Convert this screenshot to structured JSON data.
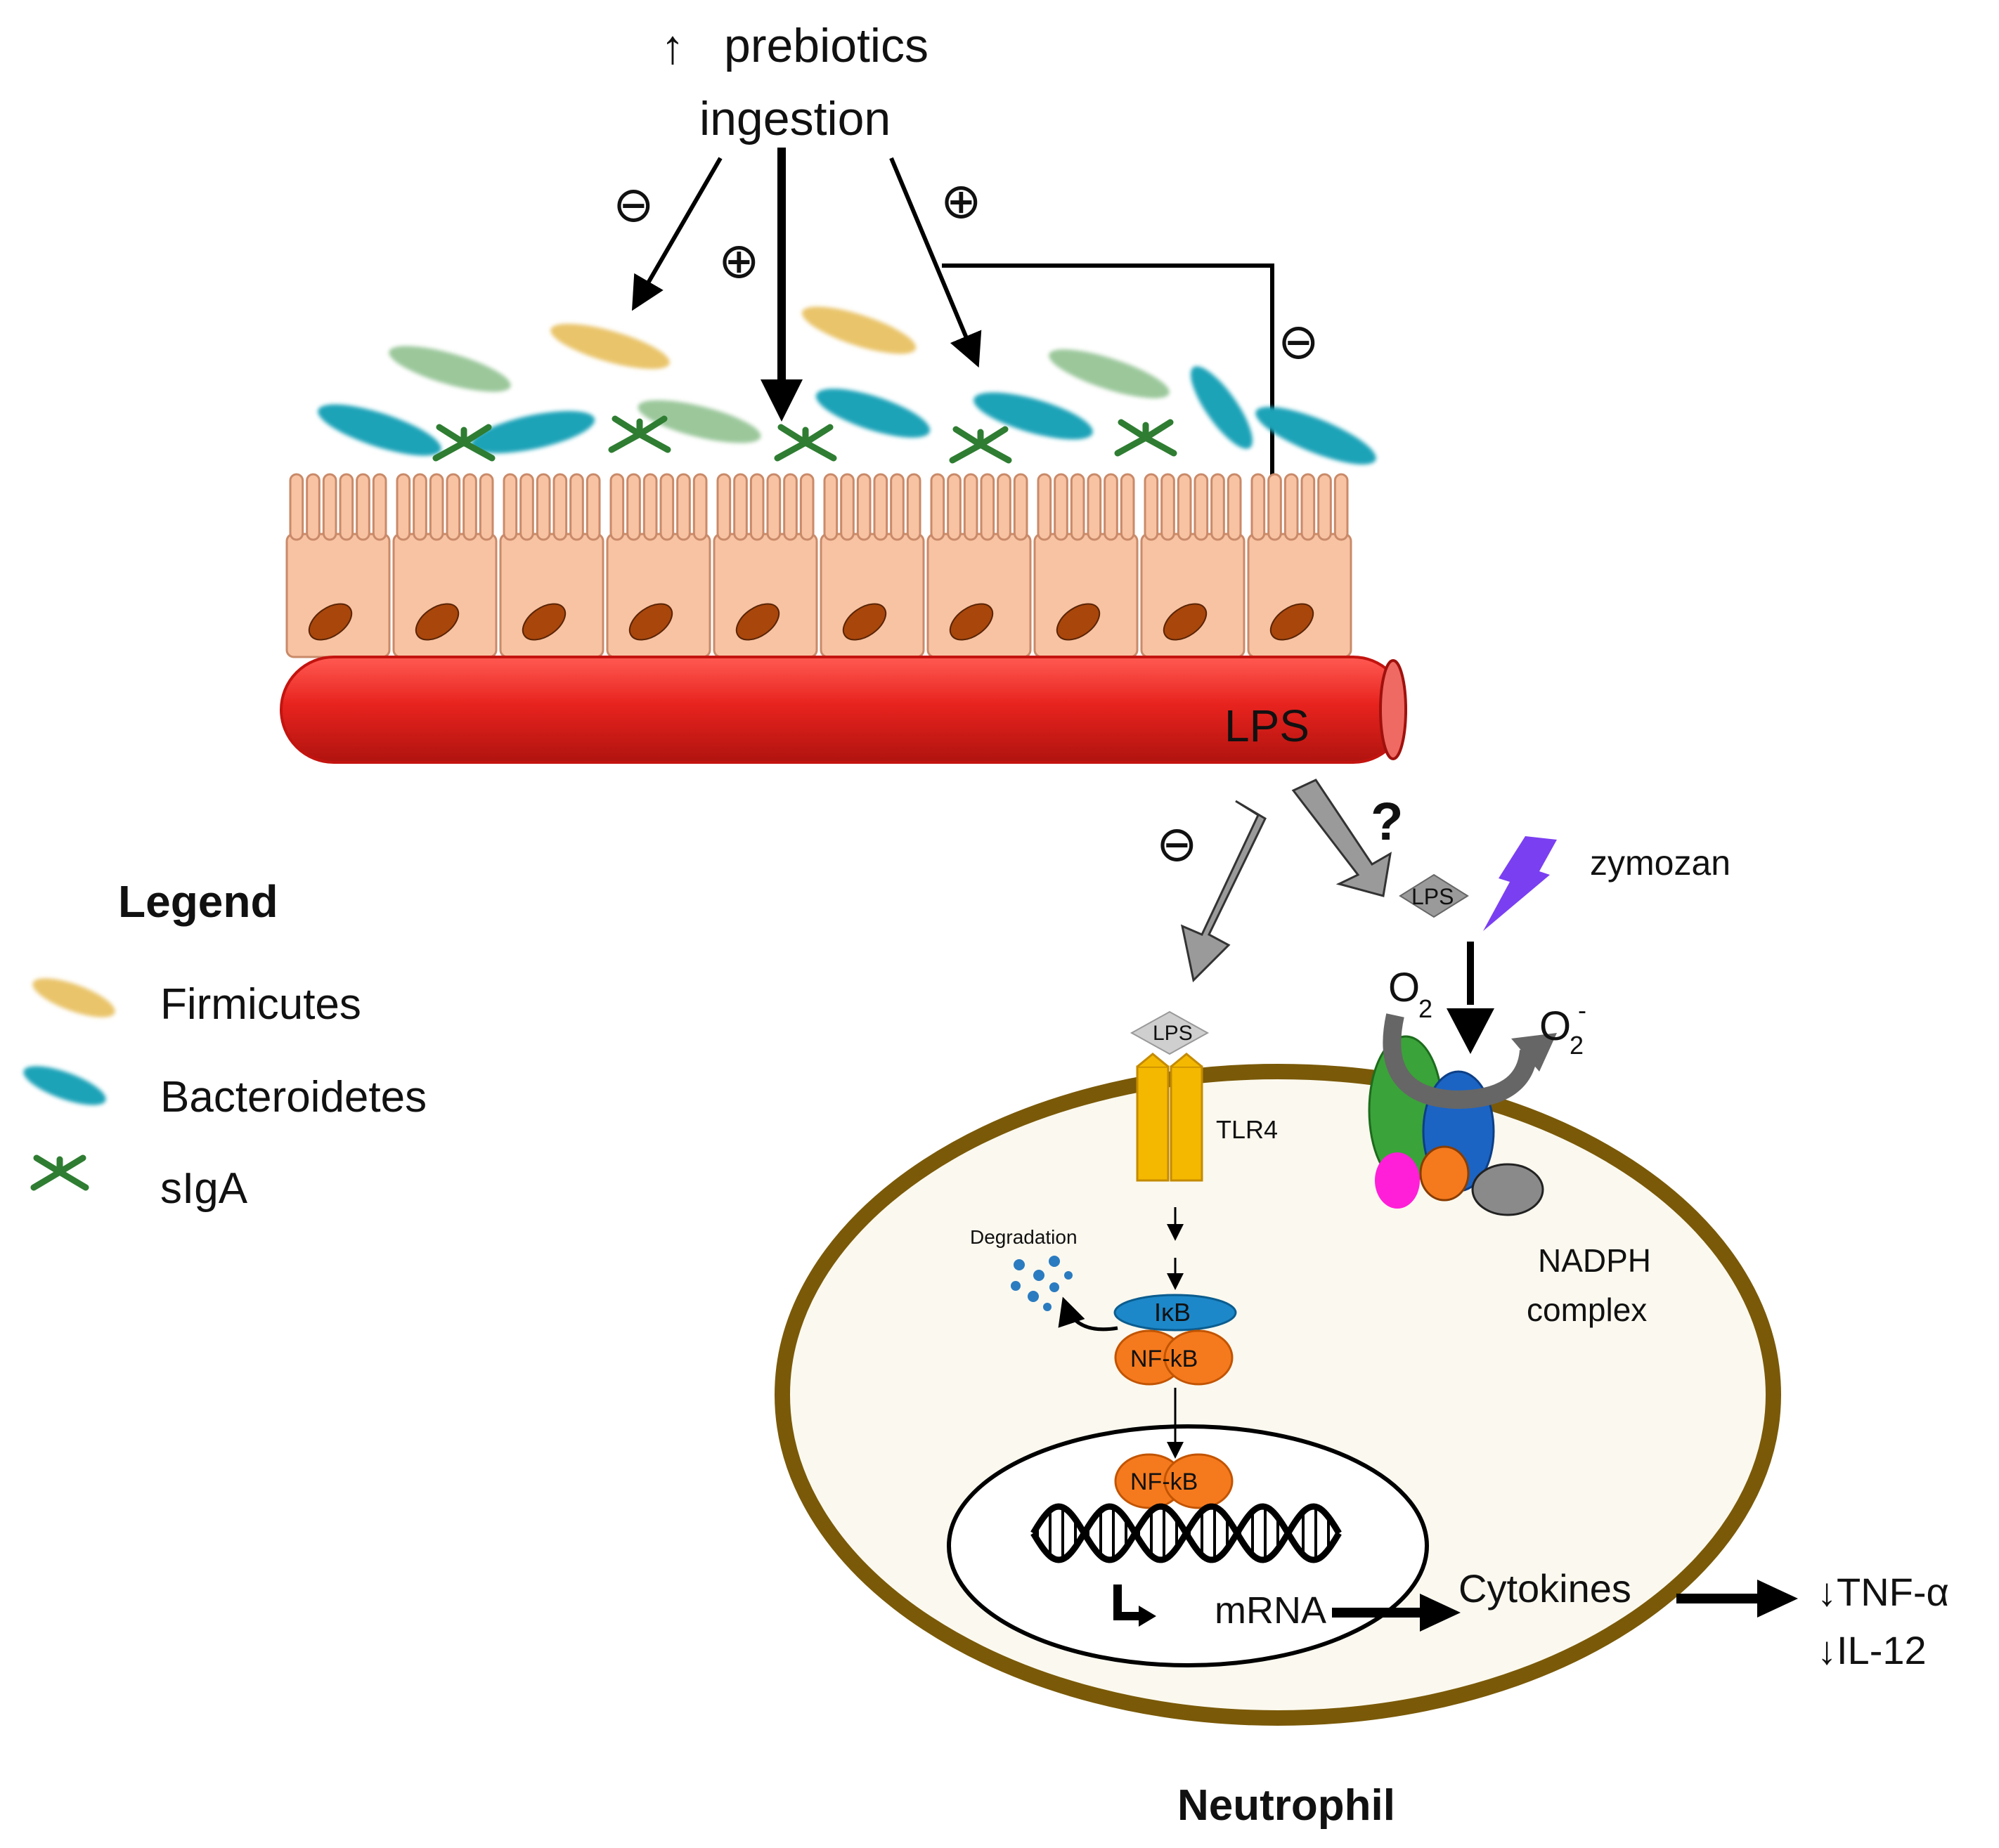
{
  "top": {
    "arrow_glyph": "↑",
    "line1": "prebiotics",
    "line2": "ingestion"
  },
  "signs": {
    "minus": "⊖",
    "plus": "⊕",
    "question": "?"
  },
  "vessel": {
    "lps": "LPS"
  },
  "pathway": {
    "lps_left": "LPS",
    "lps_right": "LPS",
    "zymozan": "zymozan",
    "o2_in": "O",
    "o2_in_sub": "2",
    "o2_out": "O",
    "o2_out_sub": "2",
    "o2_out_sup": "-",
    "tlr4": "TLR4",
    "degradation": "Degradation",
    "ikb": "IκB",
    "nfkb_cyto": "NF-kB",
    "nfkb_nuc": "NF-kB",
    "mrna": "mRNA",
    "cytokines": "Cytokines",
    "nadph_line1": "NADPH",
    "nadph_line2": "complex",
    "neutrophil": "Neutrophil",
    "tnf": "↓TNF-α",
    "il12": "↓IL-12"
  },
  "legend": {
    "title": "Legend",
    "items": [
      {
        "label": "Firmicutes",
        "color": "#e9c46a"
      },
      {
        "label": "Bacteroidetes",
        "color": "#1aa3b8"
      },
      {
        "label": "sIgA",
        "color": "#2e7d32"
      }
    ]
  },
  "colors": {
    "vessel": "#e8231e",
    "epithelium": "#f7c3a3",
    "nucleus": "#a9460c",
    "membrane": "#7a5a08",
    "cytoplasm": "#fbf9ef",
    "tlr4": "#f5b800",
    "nfkb": "#f57a1e",
    "ikb": "#1c87c9",
    "firmicutes_green": "#9bc79b",
    "zymozan": "#7b3ff2"
  }
}
